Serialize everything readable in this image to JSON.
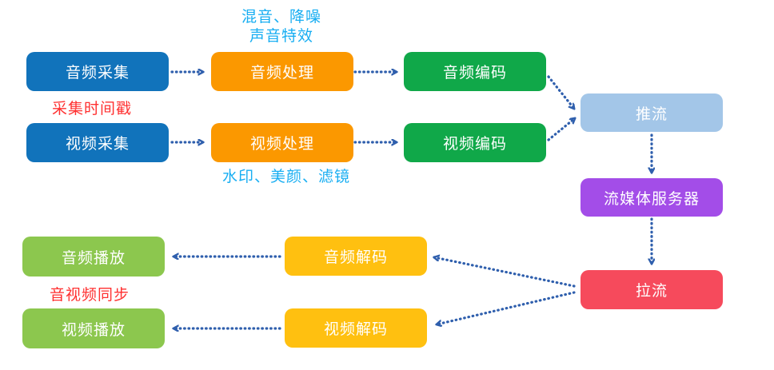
{
  "diagram": {
    "type": "flowchart",
    "subject": "live-streaming audio/video pipeline",
    "background_color": "#FFFFFF",
    "arrow_color": "#2F5FAD",
    "nodes": {
      "audio_capture": {
        "label": "音频采集",
        "color": "#1173BB",
        "text_color": "#FFFFFF"
      },
      "audio_process": {
        "label": "音频处理",
        "color": "#FB9800",
        "text_color": "#FFFFFF"
      },
      "audio_encode": {
        "label": "音频编码",
        "color": "#10A849",
        "text_color": "#FFFFFF"
      },
      "video_capture": {
        "label": "视频采集",
        "color": "#1173BB",
        "text_color": "#FFFFFF"
      },
      "video_process": {
        "label": "视频处理",
        "color": "#FB9800",
        "text_color": "#FFFFFF"
      },
      "video_encode": {
        "label": "视频编码",
        "color": "#10A849",
        "text_color": "#FFFFFF"
      },
      "push": {
        "label": "推流",
        "color": "#A3C6E8",
        "text_color": "#FFFFFF"
      },
      "server": {
        "label": "流媒体服务器",
        "color": "#A34DE8",
        "text_color": "#FFFFFF"
      },
      "pull": {
        "label": "拉流",
        "color": "#F64A5C",
        "text_color": "#FFFFFF"
      },
      "audio_decode": {
        "label": "音频解码",
        "color": "#FFC010",
        "text_color": "#FFFFFF"
      },
      "video_decode": {
        "label": "视频解码",
        "color": "#FFC010",
        "text_color": "#FFFFFF"
      },
      "audio_play": {
        "label": "音频播放",
        "color": "#8CC74E",
        "text_color": "#FFFFFF"
      },
      "video_play": {
        "label": "视频播放",
        "color": "#8CC74E",
        "text_color": "#FFFFFF"
      }
    },
    "annotations": {
      "audio_fx": {
        "line1": "混音、降噪",
        "line2": "声音特效",
        "color": "#18AEF2"
      },
      "capture_timestamp": {
        "text": "采集时间戳",
        "color": "#FF3030"
      },
      "video_fx": {
        "text": "水印、美颜、滤镜",
        "color": "#18AEF2"
      },
      "av_sync": {
        "text": "音视频同步",
        "color": "#FF3030"
      }
    },
    "edges": [
      {
        "from": "音频采集",
        "to": "音频处理"
      },
      {
        "from": "音频处理",
        "to": "音频编码"
      },
      {
        "from": "视频采集",
        "to": "视频处理"
      },
      {
        "from": "视频处理",
        "to": "视频编码"
      },
      {
        "from": "音频编码",
        "to": "推流"
      },
      {
        "from": "视频编码",
        "to": "推流"
      },
      {
        "from": "推流",
        "to": "流媒体服务器"
      },
      {
        "from": "流媒体服务器",
        "to": "拉流"
      },
      {
        "from": "拉流",
        "to": "音频解码"
      },
      {
        "from": "拉流",
        "to": "视频解码"
      },
      {
        "from": "音频解码",
        "to": "音频播放"
      },
      {
        "from": "视频解码",
        "to": "视频播放"
      }
    ]
  }
}
